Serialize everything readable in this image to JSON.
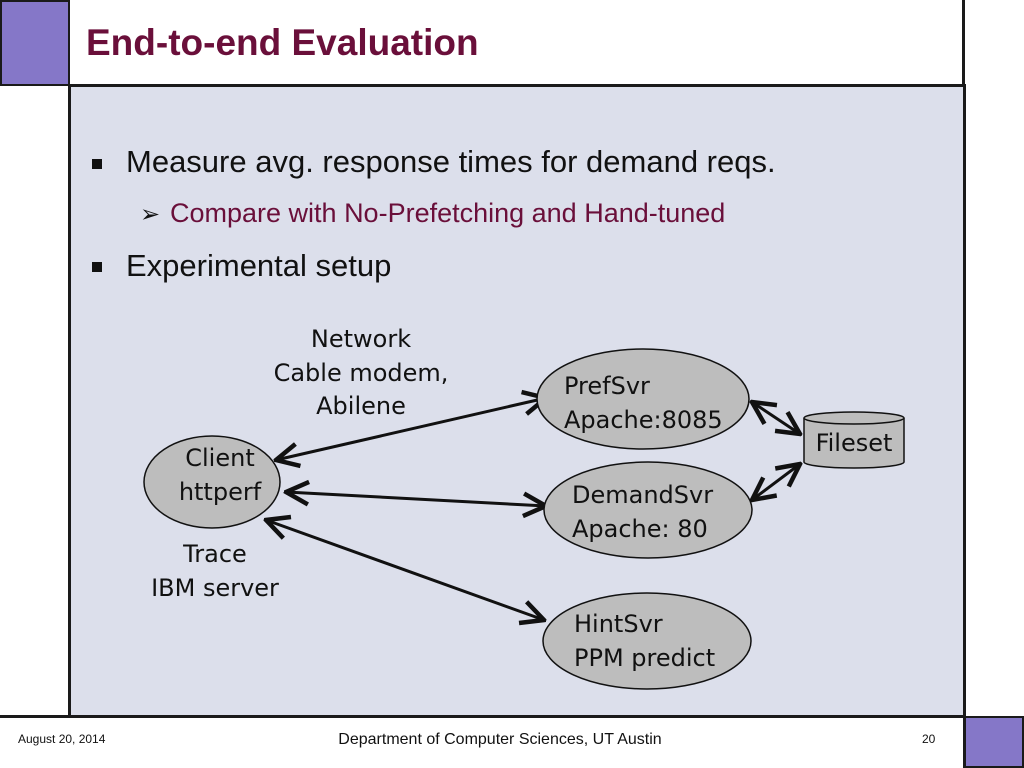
{
  "slide": {
    "title": "End-to-end Evaluation",
    "accent_color": "#8577c8",
    "title_color": "#6a0f3a",
    "panel_color": "#dcdfeb"
  },
  "bullets": [
    {
      "text": "Measure avg. response times for demand reqs.",
      "sub": [
        {
          "marker": "➢",
          "text": "Compare with No-Prefetching and Hand-tuned"
        }
      ]
    },
    {
      "text": "Experimental setup",
      "sub": []
    }
  ],
  "diagram": {
    "network_label": [
      "Network",
      "Cable modem,",
      "Abilene"
    ],
    "trace_label": [
      "Trace",
      "IBM server"
    ],
    "client": [
      "Client",
      "httperf"
    ],
    "prefsvr": [
      "PrefSvr",
      "Apache:8085"
    ],
    "demandsvr": [
      "DemandSvr",
      "Apache: 80"
    ],
    "hintsvr": [
      "HintSvr",
      "PPM predict"
    ],
    "fileset": "Fileset",
    "node_fill": "#bdbdbd"
  },
  "footer": {
    "date": "August 20, 2014",
    "department": "Department of Computer Sciences, UT Austin",
    "page": "20"
  }
}
